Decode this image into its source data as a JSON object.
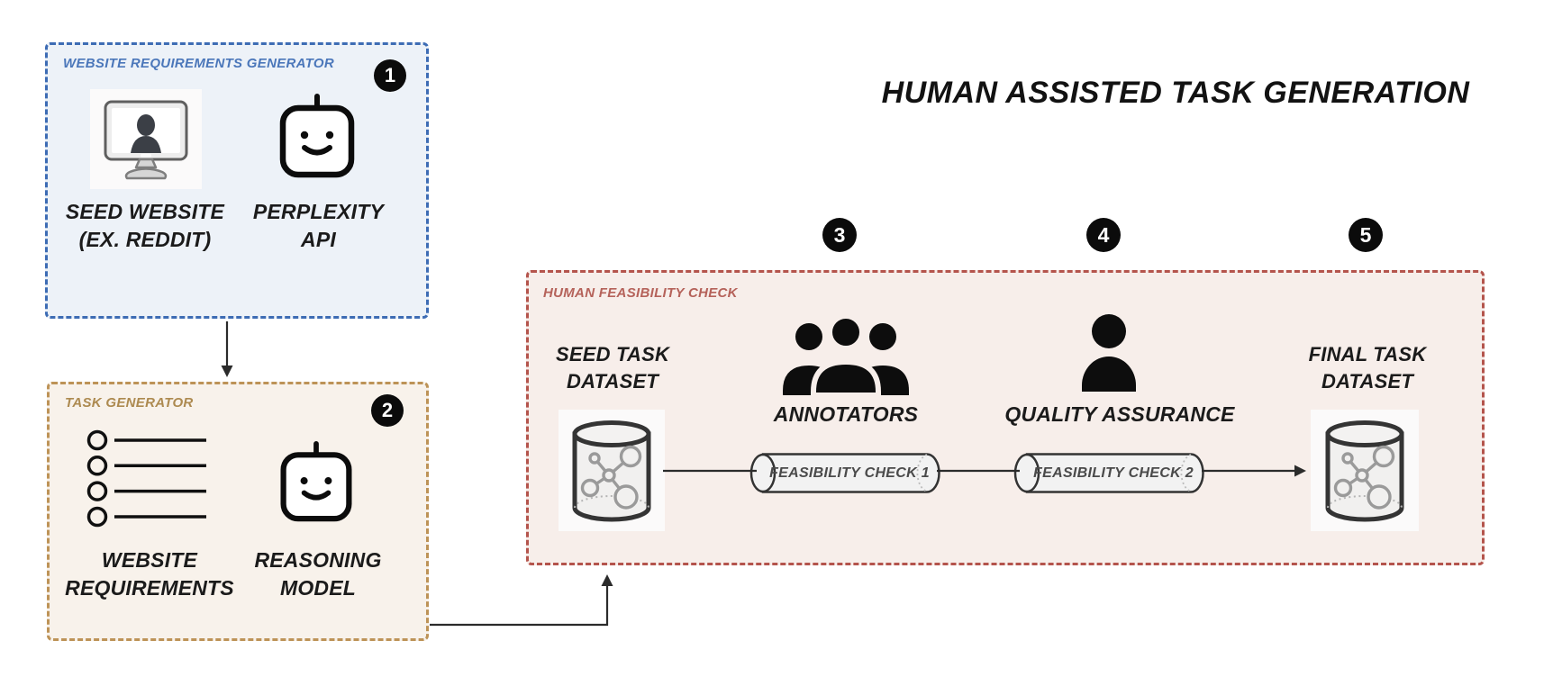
{
  "title": "HUMAN ASSISTED TASK GENERATION",
  "colors": {
    "blue_border": "#3d6cb4",
    "blue_fill": "#edf2f8",
    "blue_label": "#4b77ba",
    "tan_border": "#bd9357",
    "tan_fill": "#f8f2eb",
    "tan_label": "#ad8a50",
    "red_border": "#b4544c",
    "red_fill": "#f7eeea",
    "red_label": "#b5625a",
    "badge_bg": "#0b0b0b",
    "badge_text": "#ffffff",
    "text": "#1b1b1b"
  },
  "badges": {
    "b1": "1",
    "b2": "2",
    "b3": "3",
    "b4": "4",
    "b5": "5"
  },
  "website_requirements_generator": {
    "label": "WEBSITE REQUIREMENTS GENERATOR",
    "seed_website": {
      "icon": "monitor-user-icon",
      "line1": "SEED WEBSITE",
      "line2": "(EX. REDDIT)"
    },
    "perplexity": {
      "icon": "robot-icon",
      "line1": "PERPLEXITY",
      "line2": "API"
    }
  },
  "task_generator": {
    "label": "TASK GENERATOR",
    "website_requirements": {
      "icon": "task-list-icon",
      "line1": "WEBSITE",
      "line2": "REQUIREMENTS"
    },
    "reasoning_model": {
      "icon": "robot-icon",
      "line1": "REASONING",
      "line2": "MODEL"
    }
  },
  "human_feasibility_check": {
    "label": "HUMAN FEASIBILITY CHECK",
    "seed_task_dataset": {
      "icon": "database-icon",
      "line1": "SEED TASK",
      "line2": "DATASET"
    },
    "annotators": {
      "icon": "people-group-icon",
      "label": "ANNOTATORS"
    },
    "quality_assurance": {
      "icon": "person-icon",
      "label": "QUALITY ASSURANCE"
    },
    "final_task_dataset": {
      "icon": "database-icon",
      "line1": "FINAL TASK",
      "line2": "DATASET"
    },
    "feasibility_check_1": "FEASIBILITY CHECK 1",
    "feasibility_check_2": "FEASIBILITY CHECK 2"
  }
}
